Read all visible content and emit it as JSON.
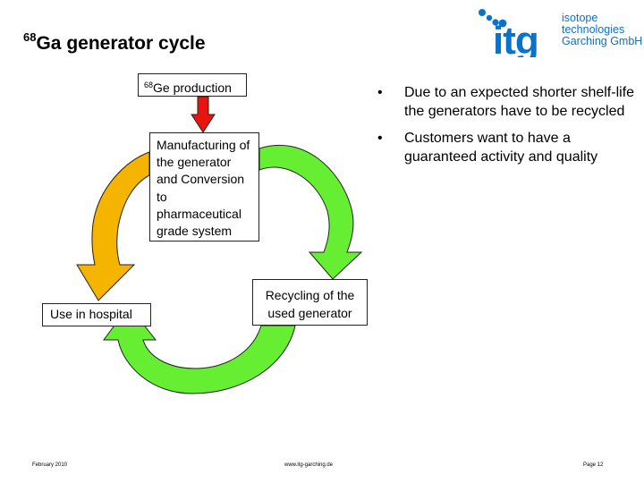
{
  "slide": {
    "title_sup": "68",
    "title_text": "Ga generator cycle"
  },
  "logo": {
    "mark": "itg",
    "line1": "isotope",
    "line2": "technologies",
    "line3": "Garching GmbH",
    "brand_color": "#0a72c9"
  },
  "diagram": {
    "ge_sup": "68",
    "ge_text": "Ge production",
    "manufacturing_text": "Manufacturing of the generator and Conversion to pharmaceutical grade system",
    "hospital_text": "Use in hospital",
    "recycling_text": "Recycling of the used generator",
    "colors": {
      "input_arrow": "#e8140e",
      "manufacturing_arrow": "#f5b400",
      "cycle_arrows": "#66ee33"
    }
  },
  "bullets": [
    "Due to an expected shorter shelf-life the generators have to be recycled",
    "Customers want to have a guaranteed activity and quality"
  ],
  "footer": {
    "date": "February 2010",
    "url": "www.itg-garching.de",
    "page": "Page 12"
  }
}
